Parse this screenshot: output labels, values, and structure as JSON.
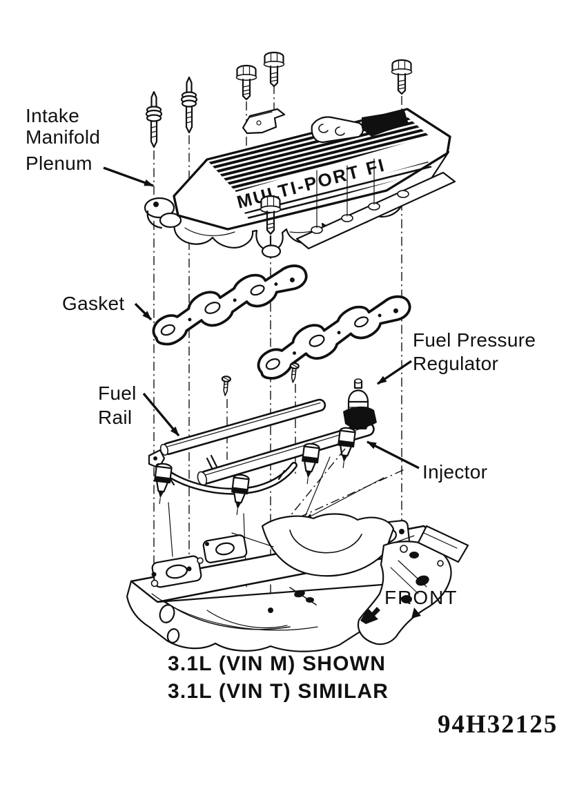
{
  "figure": {
    "front_label": "FRONT",
    "caption_line1": "3.1L (VIN M) SHOWN",
    "caption_line2": "3.1L (VIN T) SIMILAR",
    "figure_id": "94H32125"
  },
  "labels": {
    "intake_manifold_plenum": {
      "line1": "Intake",
      "line2": "Manifold",
      "line3": "Plenum"
    },
    "gasket": "Gasket",
    "fuel_pressure_regulator": {
      "line1": "Fuel Pressure",
      "line2": "Regulator"
    },
    "fuel_rail": {
      "line1": "Fuel",
      "line2": "Rail"
    },
    "injector": "Injector"
  },
  "markings": {
    "plenum_emboss": "MULTI-PORT FI"
  },
  "colors": {
    "ink": "#101010",
    "paper": "#ffffff"
  }
}
